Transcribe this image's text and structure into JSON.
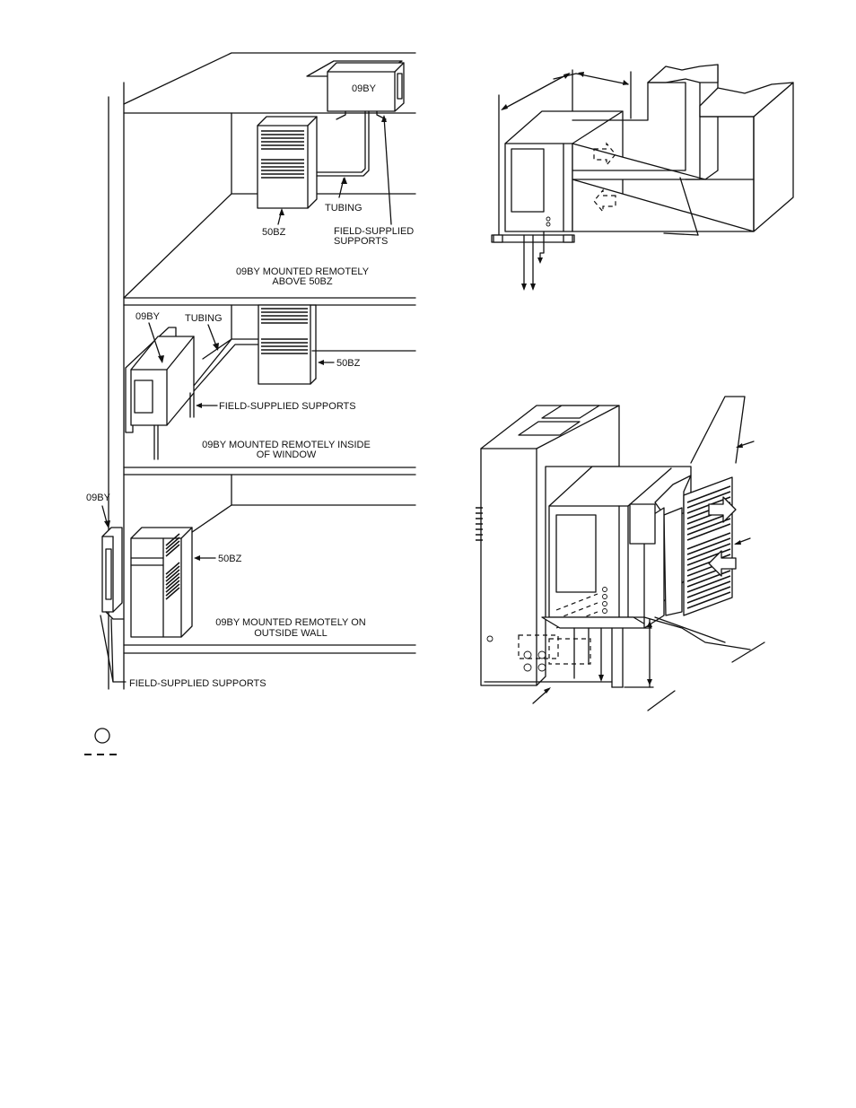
{
  "left_figure": {
    "top_panel": {
      "unit_09by": "09BY",
      "unit_50bz": "50BZ",
      "tubing": "TUBING",
      "supports_line1": "FIELD-SUPPLIED",
      "supports_line2": "SUPPORTS",
      "caption_line1": "09BY MOUNTED REMOTELY",
      "caption_line2": "ABOVE 50BZ"
    },
    "middle_panel": {
      "unit_09by": "09BY",
      "tubing": "TUBING",
      "unit_50bz": "50BZ",
      "supports": "FIELD-SUPPLIED SUPPORTS",
      "caption_line1": "09BY MOUNTED REMOTELY INSIDE",
      "caption_line2": "OF WINDOW"
    },
    "bottom_panel": {
      "unit_09by": "09BY",
      "unit_50bz": "50BZ",
      "caption_line1": "09BY MOUNTED REMOTELY ON",
      "caption_line2": "OUTSIDE WALL",
      "supports": "FIELD-SUPPLIED SUPPORTS"
    }
  }
}
